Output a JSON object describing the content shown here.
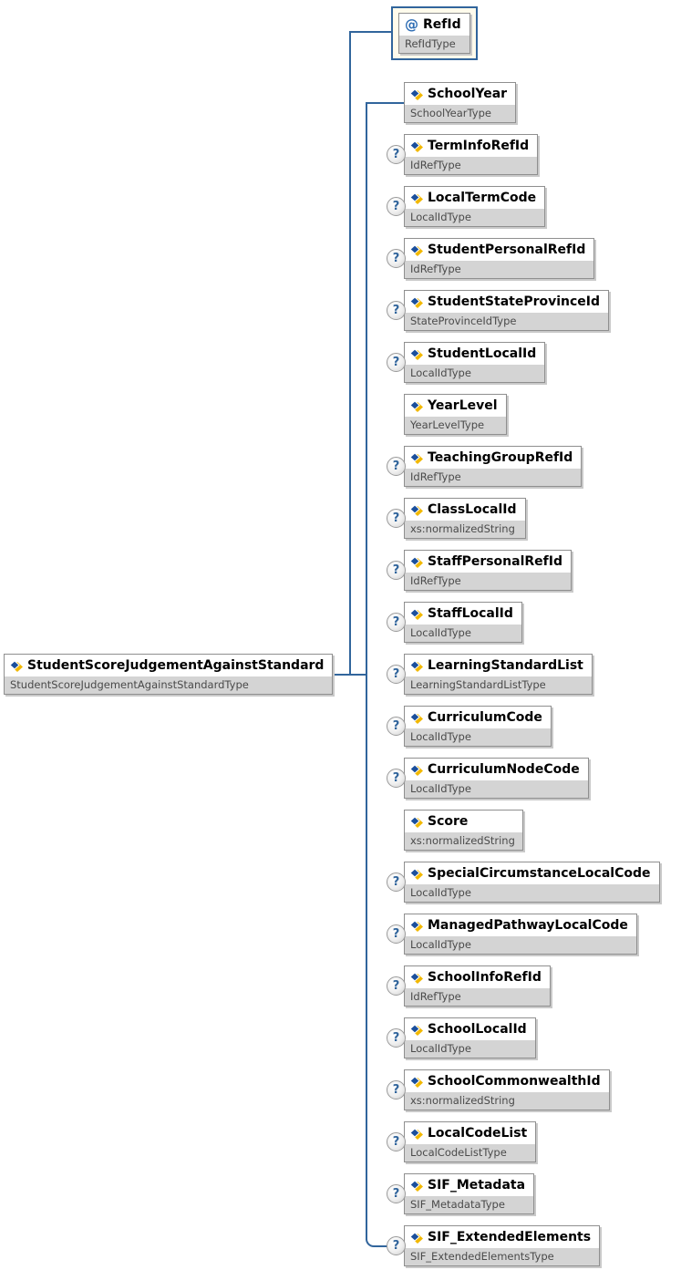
{
  "diagram": {
    "root": {
      "name": "StudentScoreJudgementAgainstStandard",
      "type": "StudentScoreJudgementAgainstStandardType",
      "icon": "diamond-element-icon"
    },
    "attribute": {
      "marker": "@",
      "name": "RefId",
      "type": "RefIdType",
      "icon": "at-icon"
    },
    "children": [
      {
        "name": "SchoolYear",
        "type": "SchoolYearType",
        "optional": false
      },
      {
        "name": "TermInfoRefId",
        "type": "IdRefType",
        "optional": true
      },
      {
        "name": "LocalTermCode",
        "type": "LocalIdType",
        "optional": true
      },
      {
        "name": "StudentPersonalRefId",
        "type": "IdRefType",
        "optional": true
      },
      {
        "name": "StudentStateProvinceId",
        "type": "StateProvinceIdType",
        "optional": true
      },
      {
        "name": "StudentLocalId",
        "type": "LocalIdType",
        "optional": true
      },
      {
        "name": "YearLevel",
        "type": "YearLevelType",
        "optional": false
      },
      {
        "name": "TeachingGroupRefId",
        "type": "IdRefType",
        "optional": true
      },
      {
        "name": "ClassLocalId",
        "type": "xs:normalizedString",
        "optional": true
      },
      {
        "name": "StaffPersonalRefId",
        "type": "IdRefType",
        "optional": true
      },
      {
        "name": "StaffLocalId",
        "type": "LocalIdType",
        "optional": true
      },
      {
        "name": "LearningStandardList",
        "type": "LearningStandardListType",
        "optional": true
      },
      {
        "name": "CurriculumCode",
        "type": "LocalIdType",
        "optional": true
      },
      {
        "name": "CurriculumNodeCode",
        "type": "LocalIdType",
        "optional": true
      },
      {
        "name": "Score",
        "type": "xs:normalizedString",
        "optional": false
      },
      {
        "name": "SpecialCircumstanceLocalCode",
        "type": "LocalIdType",
        "optional": true
      },
      {
        "name": "ManagedPathwayLocalCode",
        "type": "LocalIdType",
        "optional": true
      },
      {
        "name": "SchoolInfoRefId",
        "type": "IdRefType",
        "optional": true
      },
      {
        "name": "SchoolLocalId",
        "type": "LocalIdType",
        "optional": true
      },
      {
        "name": "SchoolCommonwealthId",
        "type": "xs:normalizedString",
        "optional": true
      },
      {
        "name": "LocalCodeList",
        "type": "LocalCodeListType",
        "optional": true
      },
      {
        "name": "SIF_Metadata",
        "type": "SIF_MetadataType",
        "optional": true
      },
      {
        "name": "SIF_ExtendedElements",
        "type": "SIF_ExtendedElementsType",
        "optional": true
      }
    ],
    "optional_indicator": "?",
    "colors": {
      "connector": "#31659c",
      "attribute_highlight_bg": "#fffbec",
      "type_bar_bg": "#d4d4d4",
      "icon_blue": "#1b4f9c",
      "icon_gold": "#f2b800"
    }
  }
}
